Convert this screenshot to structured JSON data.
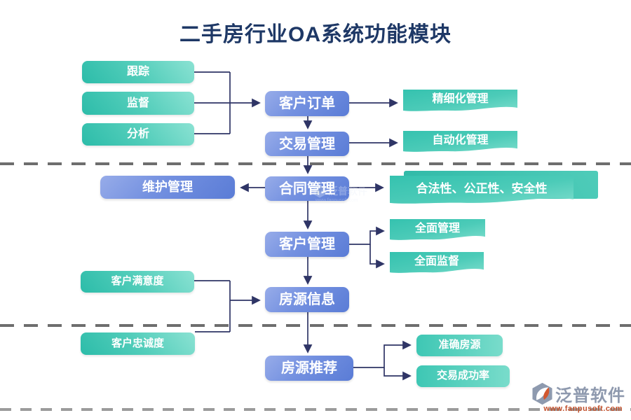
{
  "title": "二手房行业OA系统功能模块",
  "flow": {
    "inputs_top": [
      {
        "label": "跟踪"
      },
      {
        "label": "监督"
      },
      {
        "label": "分析"
      }
    ],
    "main": [
      {
        "label": "客户订单"
      },
      {
        "label": "交易管理"
      },
      {
        "label": "合同管理"
      },
      {
        "label": "客户管理"
      },
      {
        "label": "房源信息"
      },
      {
        "label": "房源推荐"
      }
    ],
    "maintenance": {
      "label": "维护管理"
    },
    "inputs_bottom": [
      {
        "label": "客户满意度"
      },
      {
        "label": "客户忠诚度"
      }
    ],
    "outputs": [
      {
        "label": "精细化管理"
      },
      {
        "label": "自动化管理"
      },
      {
        "label": "合法性、公正性、安全性"
      },
      {
        "label": "全面管理"
      },
      {
        "label": "全面监督"
      },
      {
        "label": "准确房源"
      },
      {
        "label": "交易成功率"
      }
    ]
  },
  "brand": {
    "name": "泛普软件",
    "url": "www.fanpusoft.com"
  },
  "colors": {
    "title": "#1E3866",
    "node_blue_light": "#97ACE9",
    "node_blue_dark": "#5A7CD6",
    "node_green_light": "#8BE2D3",
    "node_green_dark": "#2CBCA9",
    "wave_green_light": "#79DCCB",
    "wave_green_dark": "#32C0AD",
    "connector": "#2F3566",
    "divider": "#6E6E6E",
    "brand_text": "#8E99AE",
    "brand_url": "#C2512D"
  }
}
